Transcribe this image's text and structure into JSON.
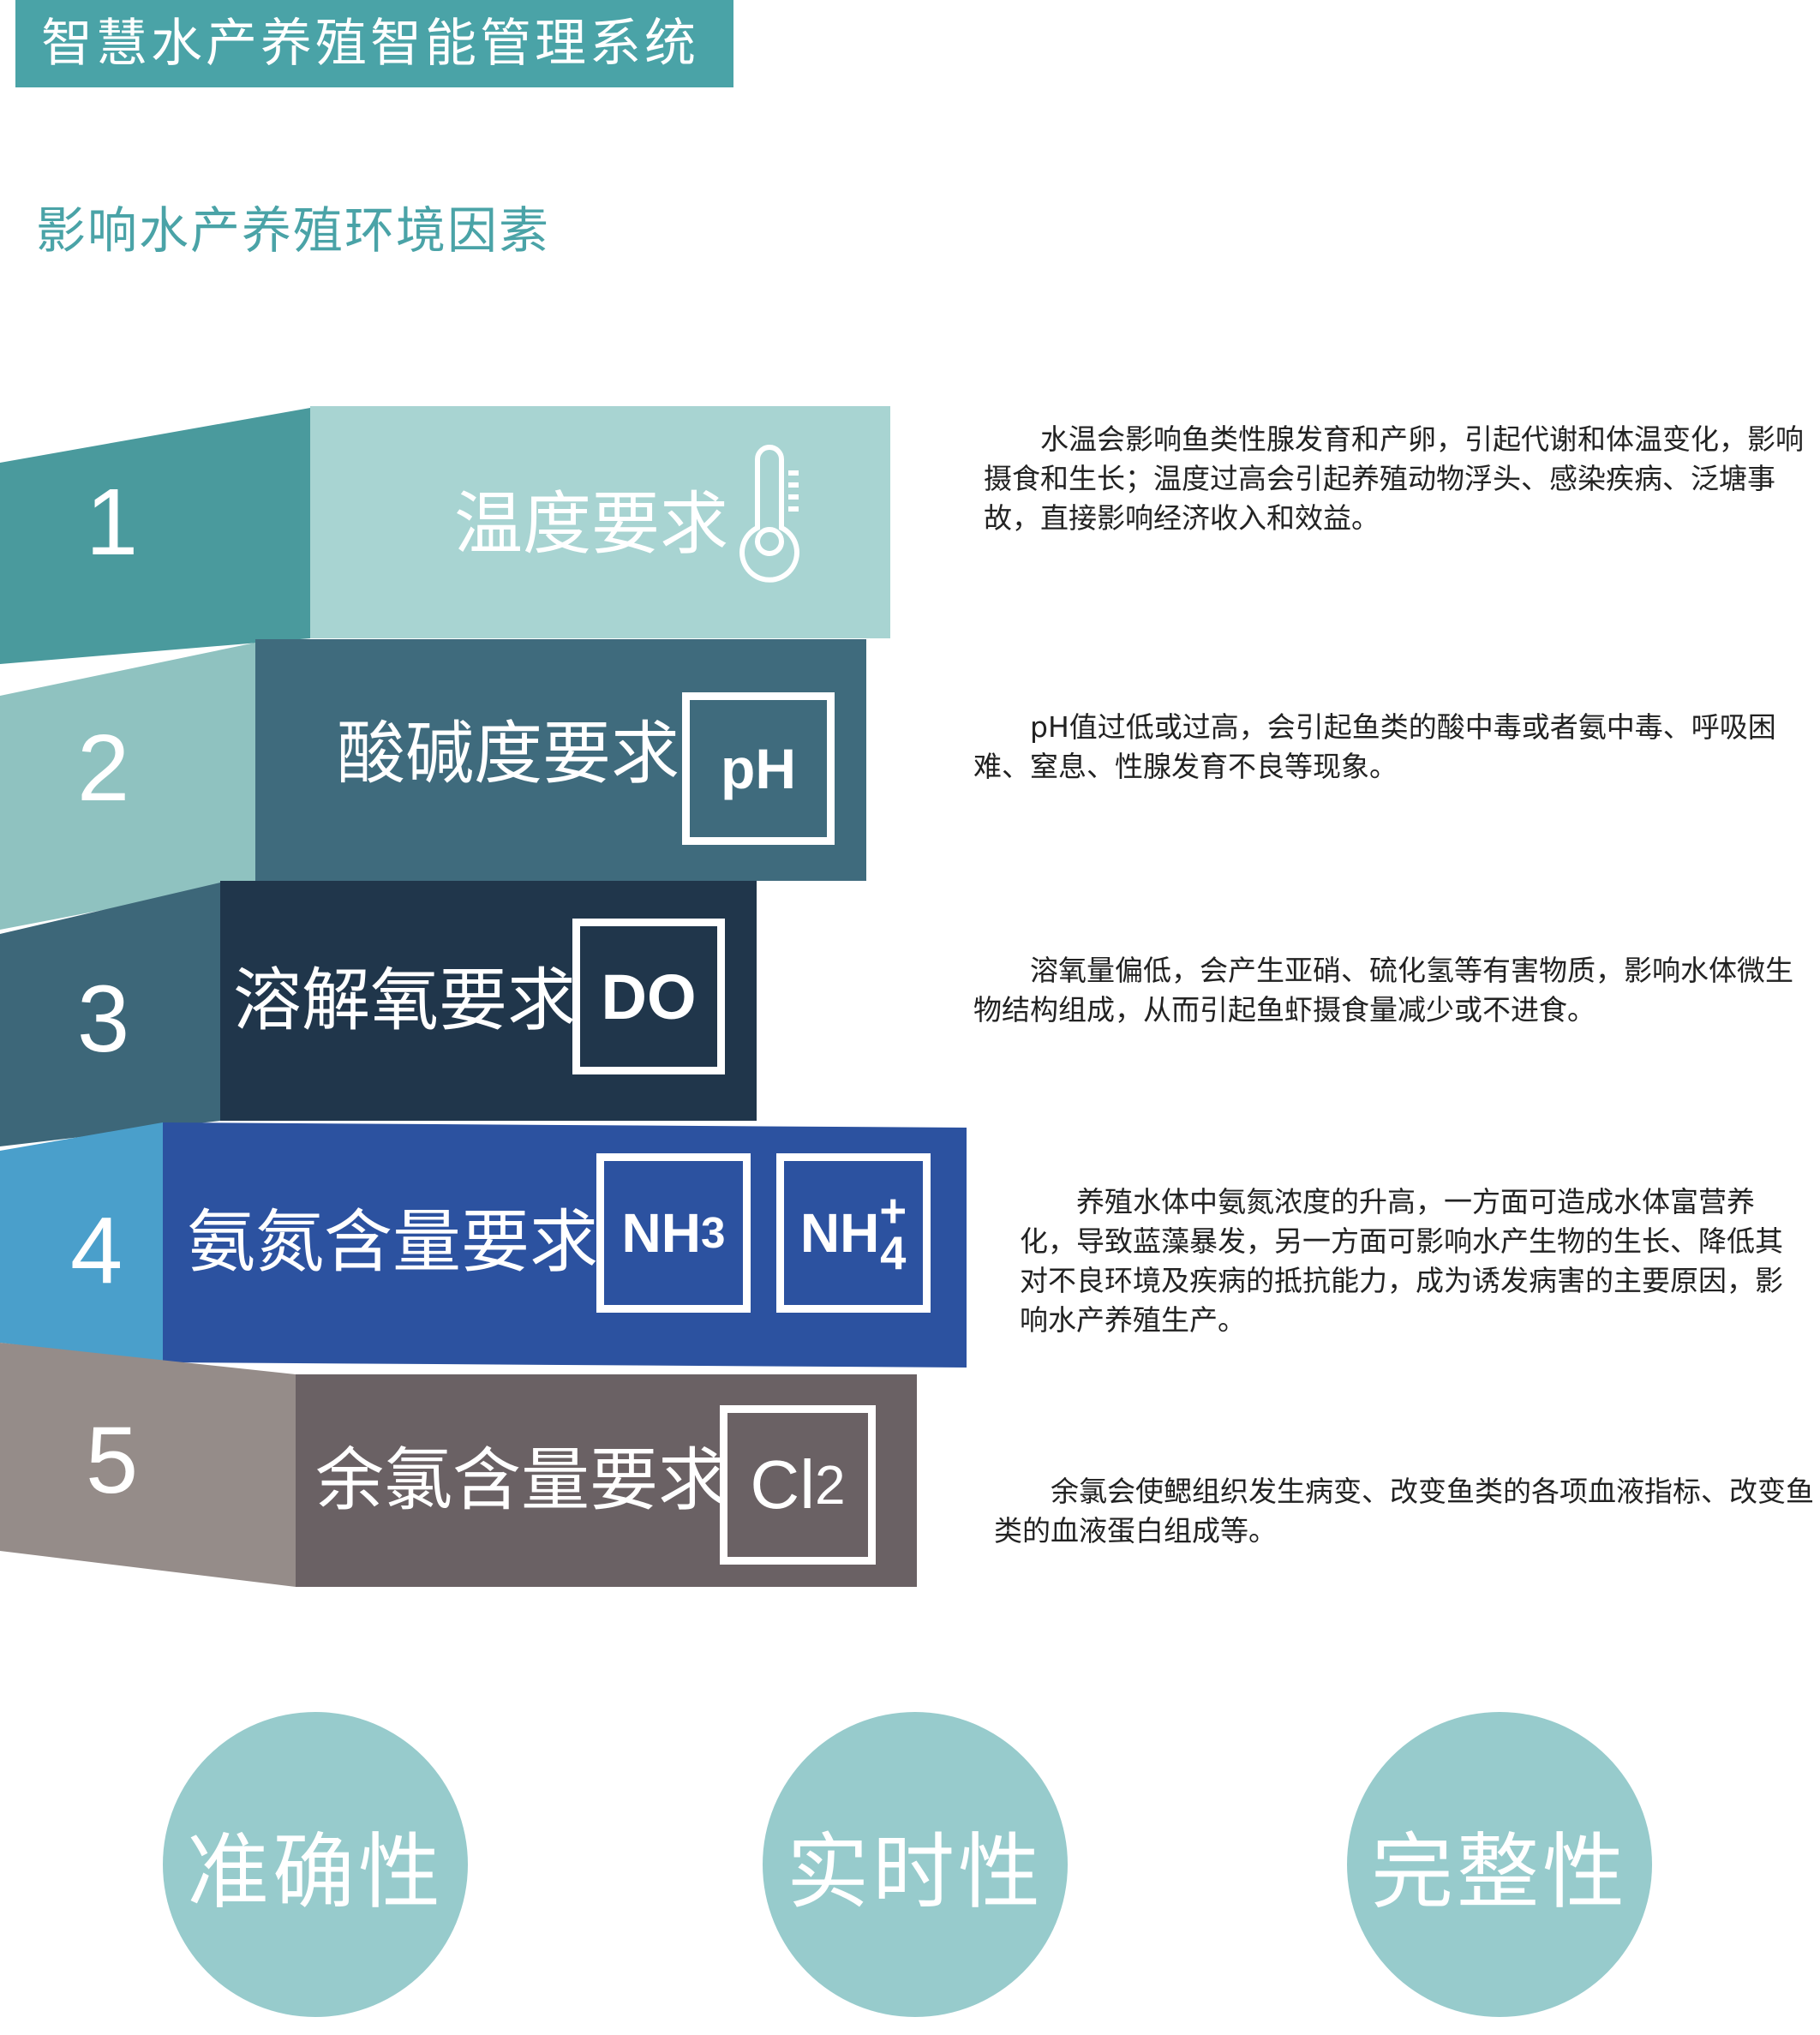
{
  "header": {
    "title": "智慧水产养殖智能管理系统",
    "subtitle": "影响水产养殖环境因素"
  },
  "factors": [
    {
      "number": "1",
      "label": "温度要求",
      "icon": "thermometer-icon",
      "description": "水温会影响鱼类性腺发育和产卵，引起代谢和体温变化，影响摄食和生长；温度过高会引起养殖动物浮头、感染疾病、泛塘事故，直接影响经济收入和效益。"
    },
    {
      "number": "2",
      "label": "酸碱度要求",
      "symbol": "pH",
      "description": "pH值过低或过高，会引起鱼类的酸中毒或者氨中毒、呼吸困难、窒息、性腺发育不良等现象。"
    },
    {
      "number": "3",
      "label": "溶解氧要求",
      "symbol": "DO",
      "description": "溶氧量偏低，会产生亚硝、硫化氢等有害物质，影响水体微生物结构组成，从而引起鱼虾摄食量减少或不进食。"
    },
    {
      "number": "4",
      "label": "氨氮含量要求",
      "symbol_a": {
        "base": "NH",
        "sub": "3"
      },
      "symbol_b": {
        "base": "NH",
        "sub": "4",
        "sup": "+"
      },
      "description": "养殖水体中氨氮浓度的升高，一方面可造成水体富营养化，导致蓝藻暴发，另一方面可影响水产生物的生长、降低其对不良环境及疾病的抵抗能力，成为诱发病害的主要原因，影响水产养殖生产。"
    },
    {
      "number": "5",
      "label": "余氯含量要求",
      "symbol": {
        "base": "Cl",
        "sub": "2"
      },
      "description": "余氯会使鳃组织发生病变、改变鱼类的各项血液指标、改变鱼类的血液蛋白组成等。"
    }
  ],
  "features": [
    "准确性",
    "实时性",
    "完整性"
  ],
  "colors": {
    "teal": "#4aa3a7",
    "row1_dark": "#4a9a9d",
    "row1_light": "#a8d4d2",
    "row2_dark": "#8fc2c0",
    "row2_light": "#3f6b7d",
    "row3_dark": "#3d6779",
    "row3_light": "#20364b",
    "row4_dark": "#4a9fcb",
    "row4_light": "#2c52a0",
    "row5_dark": "#958c89",
    "row5_light": "#6a6164",
    "circle": "#97cbcc"
  }
}
